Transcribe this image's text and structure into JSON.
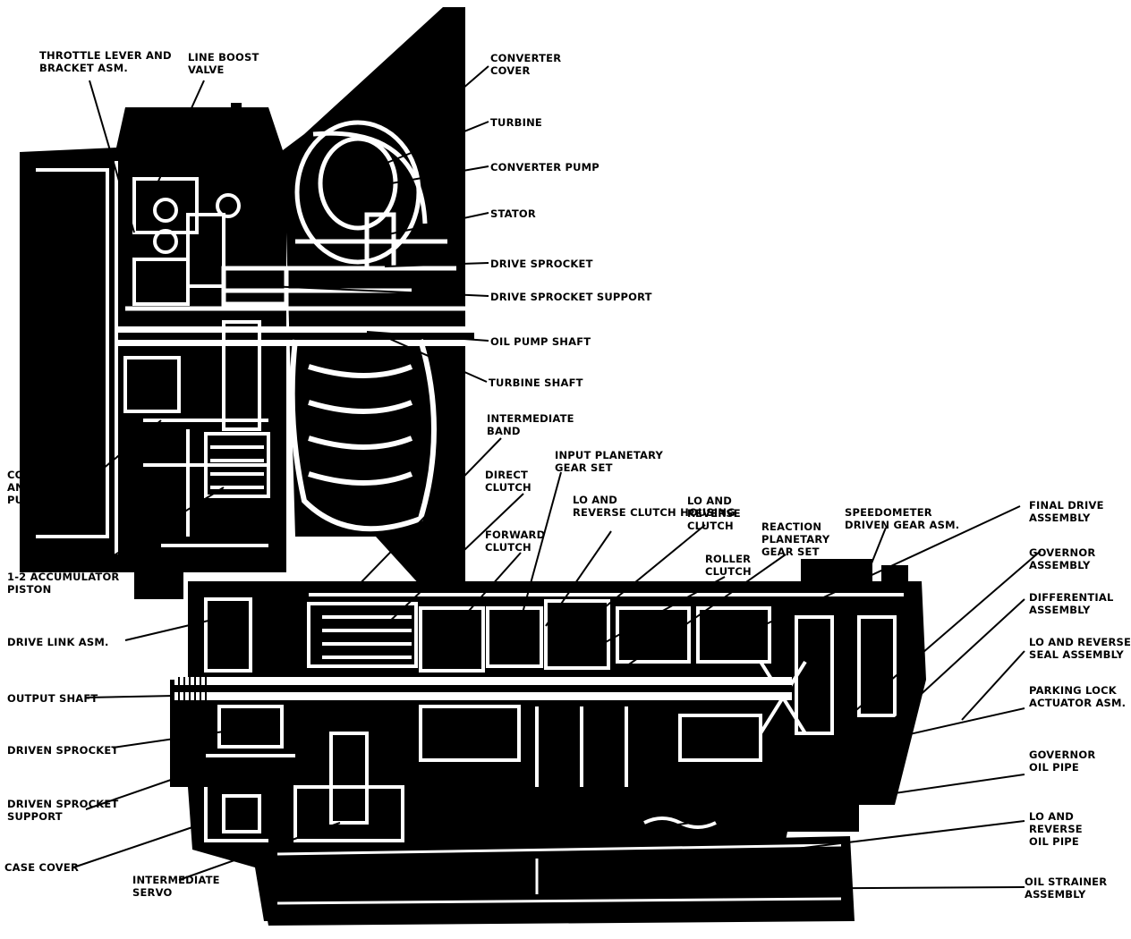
{
  "colors": {
    "ink": "#000000",
    "paper": "#ffffff"
  },
  "callouts": {
    "throttle_lever": "THROTTLE LEVER AND\nBRACKET ASM.",
    "line_boost_valve": "LINE BOOST\nVALVE",
    "converter_cover": "CONVERTER\nCOVER",
    "turbine": "TURBINE",
    "converter_pump": "CONVERTER PUMP",
    "stator": "STATOR",
    "drive_sprocket": "DRIVE SPROCKET",
    "drive_sprocket_support": "DRIVE SPROCKET SUPPORT",
    "oil_pump_shaft": "OIL PUMP SHAFT",
    "turbine_shaft": "TURBINE SHAFT",
    "intermediate_band": "INTERMEDIATE\nBAND",
    "input_planetary": "INPUT PLANETARY\nGEAR SET",
    "direct_clutch": "DIRECT\nCLUTCH",
    "lo_reverse_housing": "LO AND\nREVERSE CLUTCH HOUSING",
    "lo_reverse_clutch": "LO AND\nREVERSE\nCLUTCH",
    "reaction_planetary": "REACTION\nPLANETARY\nGEAR SET",
    "speedometer": "SPEEDOMETER\nDRIVEN GEAR ASM.",
    "forward_clutch": "FORWARD\nCLUTCH",
    "roller_clutch": "ROLLER\nCLUTCH",
    "control_valve": "CONTROL VALVE\nAND\nPUMP ASM.",
    "accumulator": "1-2 ACCUMULATOR\nPISTON",
    "drive_link": "DRIVE LINK ASM.",
    "output_shaft": "OUTPUT SHAFT",
    "driven_sprocket": "DRIVEN SPROCKET",
    "driven_sprocket_support": "DRIVEN SPROCKET\nSUPPORT",
    "case_cover": "CASE COVER",
    "intermediate_servo": "INTERMEDIATE\nSERVO",
    "final_drive": "FINAL DRIVE\nASSEMBLY",
    "governor": "GOVERNOR\nASSEMBLY",
    "differential": "DIFFERENTIAL\nASSEMBLY",
    "lo_reverse_seal": "LO AND REVERSE\nSEAL ASSEMBLY",
    "parking_lock": "PARKING LOCK\nACTUATOR ASM.",
    "governor_oil_pipe": "GOVERNOR\nOIL PIPE",
    "lo_reverse_oil_pipe": "LO AND\nREVERSE\nOIL PIPE",
    "oil_strainer": "OIL STRAINER\nASSEMBLY"
  }
}
